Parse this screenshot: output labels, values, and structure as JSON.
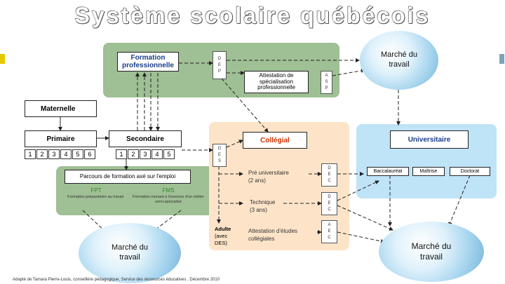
{
  "title": "Système scolaire québécois",
  "boxes": {
    "formation_pro": "Formation professionnelle",
    "attestation_specialisation": "Attestation de spécialisation professionnelle",
    "maternelle": "Maternelle",
    "primaire": "Primaire",
    "secondaire": "Secondaire",
    "college": "Collégial",
    "universitaire": "Universitaire",
    "parcours": "Parcours de formation axé sur l'emploi"
  },
  "diploma_codes": {
    "dep": [
      "D",
      "E",
      "P"
    ],
    "asp": [
      "A",
      "S",
      "P"
    ],
    "des": [
      "D",
      "E",
      "S"
    ],
    "dec1": [
      "D",
      "E",
      "C"
    ],
    "dec2": [
      "D",
      "E",
      "C"
    ],
    "aec": [
      "A",
      "E",
      "C"
    ]
  },
  "primaire_grades": [
    "1",
    "2",
    "3",
    "4",
    "5",
    "6"
  ],
  "secondaire_grades": [
    "1",
    "2",
    "3",
    "4",
    "5"
  ],
  "parcours_options": [
    {
      "code": "FPT",
      "desc": "Formation préparatoire au travail"
    },
    {
      "code": "FMS",
      "desc": "Formation menant à l'exercice d'un métier semi-spécialisé"
    }
  ],
  "collegial_programs": {
    "preuniv_name": "Pré universitaire",
    "preuniv_duration": "(2 ans)",
    "technique_name": "Technique",
    "technique_duration": "(3 ans)",
    "adultes_line1": "Adulte",
    "adultes_line2": "(avec",
    "adultes_line3": "DES)",
    "attestation": "Attestation d'études collégiales"
  },
  "university_degrees": [
    "Baccalauréat",
    "Maîtrise",
    "Doctorat"
  ],
  "globes": {
    "top_right": "Marché du travail",
    "bottom_left": "Marché du travail",
    "bottom_right": "Marché du travail"
  },
  "footer": "Adapté de Tamara Pierre-Louis, conseillère pédagogique, Service des ressources éducatives , Décembre 2010",
  "colors": {
    "green_zone": "#9fbf94",
    "peach_zone": "#fde4c9",
    "blue_zone": "#bfe3f7",
    "highlight_text": "#1a3e8c",
    "college_text": "#cc3300",
    "parcours_code": "#2f8a2f",
    "side_mark_left": "#e6c800",
    "side_mark_right": "#7fa3b8"
  }
}
